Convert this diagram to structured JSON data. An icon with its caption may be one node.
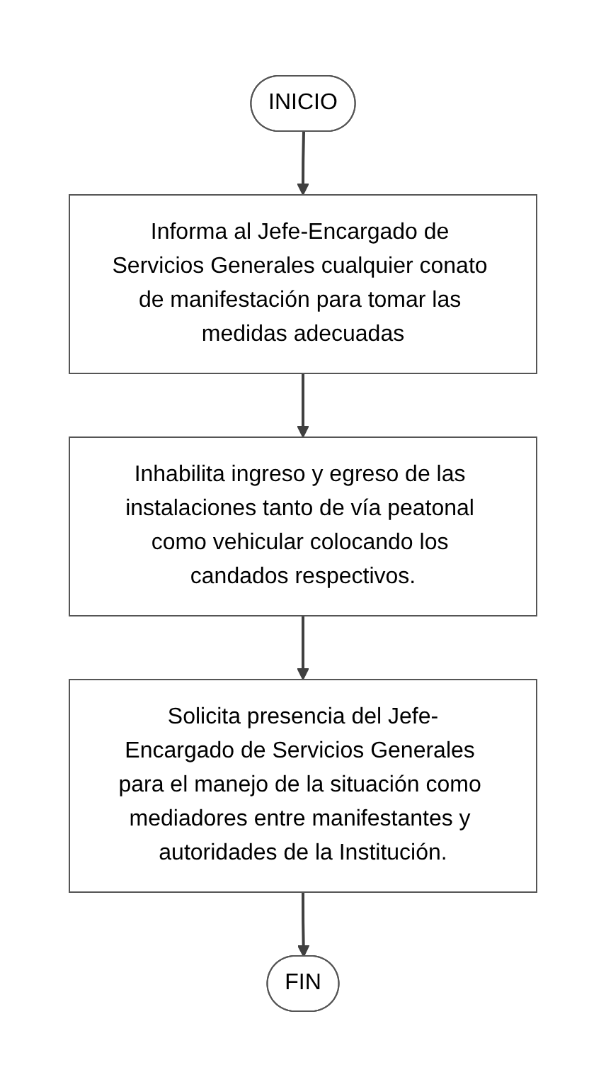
{
  "diagram": {
    "nodes": [
      {
        "text": [
          "INICIO"
        ]
      },
      {
        "text": [
          "Informa al Jefe-Encargado de Servicios Generales cualquier conato de manifestación para tomar las medidas adecuadas"
        ]
      },
      {
        "text": [
          "Inhabilita ingreso y egreso de las instalaciones tanto de vía peatonal como vehicular colocando los candados respectivos."
        ]
      },
      {
        "text": [
          "Solicita presencia del Jefe-Encargado de Servicios Generales para el manejo de la situación como mediadores entre manifestantes y autoridades de la Institución."
        ]
      },
      {
        "text": [
          "FIN"
        ]
      }
    ],
    "edges": [
      {
        "from": 0,
        "to": 1,
        "arrow": "to"
      },
      {
        "from": 1,
        "to": 2,
        "arrow": "to"
      },
      {
        "from": 2,
        "to": 3,
        "arrow": "to"
      },
      {
        "from": 3,
        "to": 4,
        "arrow": "to"
      }
    ]
  }
}
